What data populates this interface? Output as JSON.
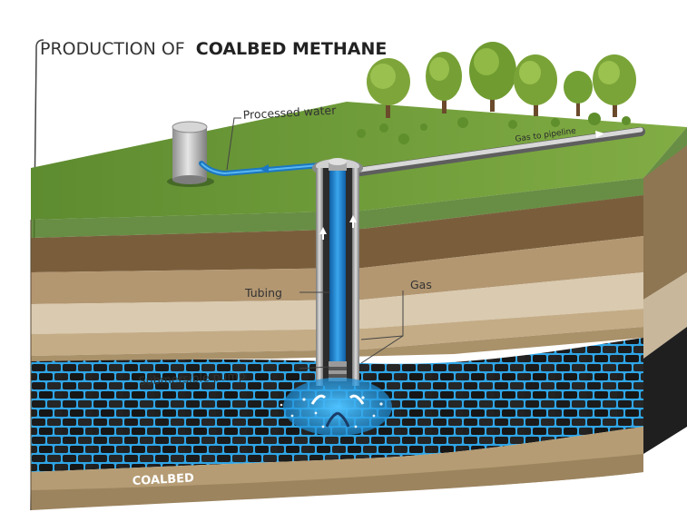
{
  "title": {
    "prefix": "PRODUCTION OF",
    "emphasis": "COALBED METHANE"
  },
  "labels": {
    "processed_water": "Processed water",
    "gas_to_pipeline": "Gas to pipeline",
    "tubing": "Tubing",
    "gas": "Gas",
    "submersible_pump": "Submersible pump",
    "coalbed": "COALBED"
  },
  "colors": {
    "grass": "#6e9a3c",
    "water": "#1e8fd8",
    "coal": "#1a1a1a",
    "soil": "#b79b72"
  },
  "icons": [
    "tree-icon",
    "storage-tank-icon",
    "flow-arrow-icon"
  ]
}
